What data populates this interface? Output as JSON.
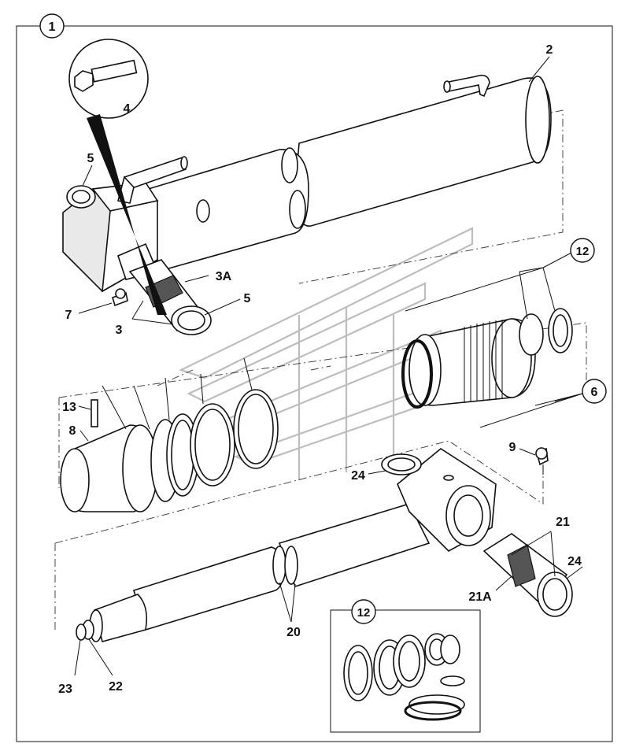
{
  "callouts": {
    "c1": "1",
    "c2": "2",
    "c3": "3",
    "c3a": "3A",
    "c4": "4",
    "c5a": "5",
    "c5b": "5",
    "c6": "6",
    "c7": "7",
    "c8": "8",
    "c9": "9",
    "c12a": "12",
    "c12b": "12",
    "c13": "13",
    "c20": "20",
    "c21": "21",
    "c21a": "21A",
    "c22": "22",
    "c23": "23",
    "c24a": "24",
    "c24b": "24"
  }
}
